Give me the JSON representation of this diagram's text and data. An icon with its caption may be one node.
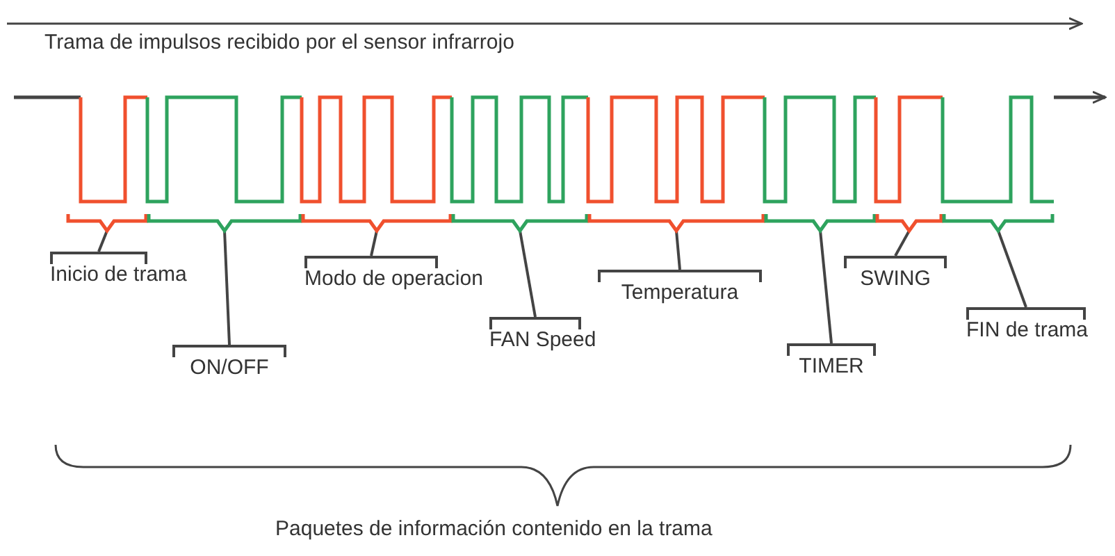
{
  "diagram": {
    "nodes": [
      {
        "text": [
          "Inicio de trama"
        ]
      },
      {
        "text": [
          "ON/OFF"
        ]
      },
      {
        "text": [
          "Modo de operacion"
        ]
      },
      {
        "text": [
          "FAN Speed"
        ]
      },
      {
        "text": [
          "Temperatura"
        ]
      },
      {
        "text": [
          "TIMER"
        ]
      },
      {
        "text": [
          "SWING"
        ]
      },
      {
        "text": [
          "FIN de trama"
        ]
      },
      {
        "text": [],
        "shape": "bracket"
      },
      {
        "text": [],
        "shape": "bracket"
      },
      {
        "text": [],
        "shape": "bracket"
      },
      {
        "text": [],
        "shape": "bracket"
      },
      {
        "text": [],
        "shape": "bracket"
      },
      {
        "text": [],
        "shape": "bracket"
      },
      {
        "text": [],
        "shape": "bracket"
      },
      {
        "text": [],
        "shape": "bracket"
      }
    ],
    "edges": [
      {
        "from": 0,
        "to": 8,
        "arrow": "none"
      },
      {
        "from": 1,
        "to": 9,
        "arrow": "none"
      },
      {
        "from": 2,
        "to": 10,
        "arrow": "none"
      },
      {
        "from": 3,
        "to": 11,
        "arrow": "none"
      },
      {
        "from": 4,
        "to": 12,
        "arrow": "none"
      },
      {
        "from": 5,
        "to": 13,
        "arrow": "none"
      },
      {
        "from": 6,
        "to": 14,
        "arrow": "none"
      },
      {
        "from": 7,
        "to": 15,
        "arrow": "none"
      }
    ],
    "labels": [
      "Trama de impulsos recibido por el sensor infrarrojo",
      "Paquetes de información contenido en la trama"
    ]
  }
}
